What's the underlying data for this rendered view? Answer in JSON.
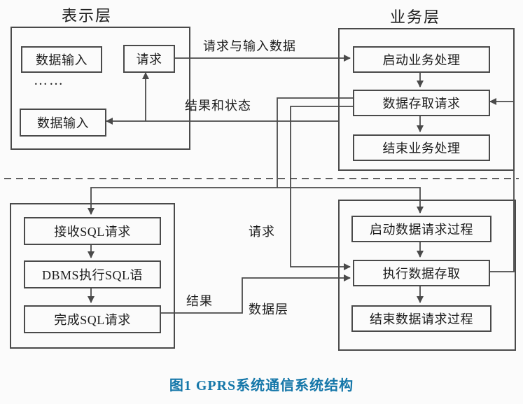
{
  "layers": {
    "presentation_title": "表示层",
    "business_title": "业务层",
    "data_layer_label": "数据层"
  },
  "presentation": {
    "data_input_top": "数据输入",
    "request": "请求",
    "ellipsis": "……",
    "data_input_bottom": "数据输入"
  },
  "business": {
    "start": "启动业务处理",
    "data_access_request": "数据存取请求",
    "end": "结束业务处理"
  },
  "dbms": {
    "receive_sql": "接收SQL请求",
    "execute_sql": "DBMS执行SQL语",
    "complete_sql": "完成SQL请求"
  },
  "data_process": {
    "start": "启动数据请求过程",
    "execute": "执行数据存取",
    "end": "结束数据请求过程"
  },
  "edge_labels": {
    "request_and_input_data": "请求与输入数据",
    "result_and_status": "结果和状态",
    "request": "请求",
    "result": "结果"
  },
  "caption": {
    "text": "图1 GPRS系统通信系统结构",
    "color": "#1577a9"
  },
  "colors": {
    "line": "#4a4a4a",
    "background": "#fbfbfb",
    "text": "#1c1c1c"
  }
}
